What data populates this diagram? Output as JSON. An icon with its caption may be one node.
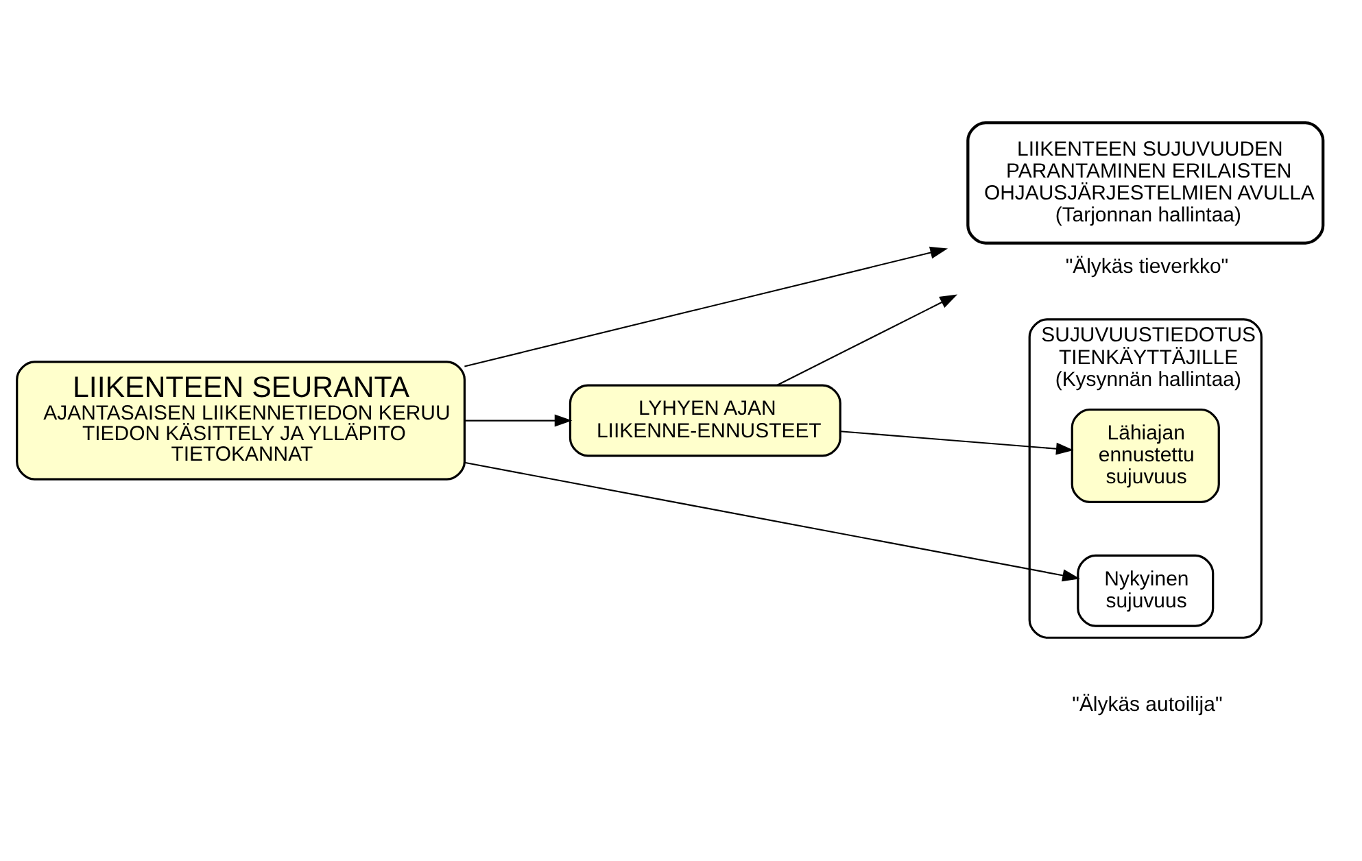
{
  "diagram": {
    "nodes": [
      {
        "text": [
          "LIIKENTEEN SEURANTA",
          "AJANTASAISEN LIIKENNETIEDON KERUU",
          "TIEDON KÄSITTELY JA YLLÄPITO",
          "TIETOKANNAT"
        ]
      },
      {
        "text": [
          "LIIKENTEEN SUJUVUUDEN PARANTAMINEN ERILAISTEN OHJAUSJÄRJESTELMIEN AVULLA",
          "(Tarjonnan hallintaa)"
        ],
        "beside": [
          "\"Älykäs tieverkko\""
        ]
      },
      {
        "text": [
          "LYHYEN AJAN LIIKENNE-ENNUSTEET"
        ]
      },
      {
        "text": [
          "SUJUVUUSTIEDOTUS TIENKÄYTTÄJILLE",
          "(Kysynnän hallintaa)"
        ],
        "beside": [
          "\"Älykäs autoilija\""
        ]
      },
      {
        "text": [
          "Nykyinen sujuvuus"
        ],
        "in": 3
      },
      {
        "text": [
          "Lähiajan ennustettu sujuvuus"
        ],
        "in": 3
      }
    ],
    "edges": [
      {
        "from": 0,
        "to": 1,
        "arrow": "to"
      },
      {
        "from": 0,
        "to": 4,
        "arrow": "to"
      },
      {
        "from": 0,
        "to": 2,
        "arrow": "to"
      },
      {
        "from": 2,
        "to": 1,
        "arrow": "to"
      },
      {
        "from": 2,
        "to": 5,
        "arrow": "to"
      }
    ]
  }
}
